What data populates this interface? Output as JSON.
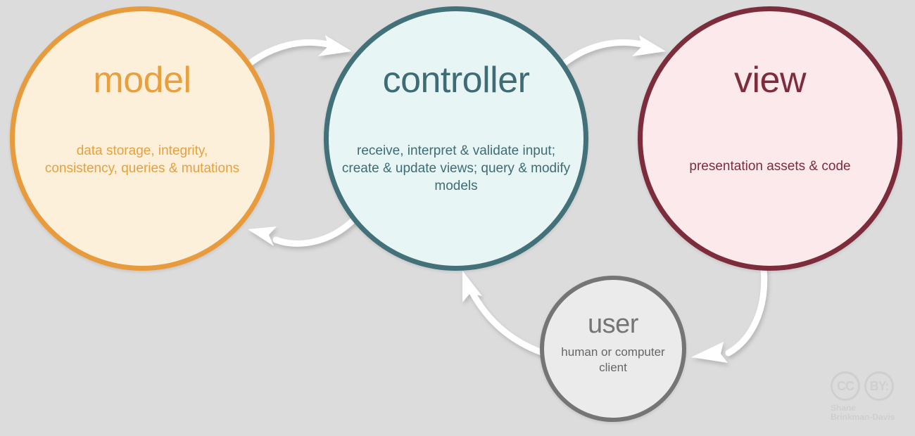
{
  "diagram": {
    "background_color": "#dcdcdc",
    "nodes": [
      {
        "id": "model",
        "title": "model",
        "description": "data storage, integrity, consistency, queries & mutations",
        "border_color": "#e89b3c",
        "fill_color": "#fdf0da",
        "text_color": "#e8a03e"
      },
      {
        "id": "controller",
        "title": "controller",
        "description": "receive, interpret & validate input; create & update views; query & modify models",
        "border_color": "#437179",
        "fill_color": "#e7f5f5",
        "text_color": "#3f6c74"
      },
      {
        "id": "view",
        "title": "view",
        "description": "presentation assets & code",
        "border_color": "#7d2c3b",
        "fill_color": "#fce9ec",
        "text_color": "#7d2c3b"
      },
      {
        "id": "user",
        "title": "user",
        "description": "human or computer client",
        "border_color": "#757575",
        "fill_color": "#ebebeb",
        "text_color": "#666666"
      }
    ],
    "edges": [
      {
        "id": "model-to-controller",
        "from": "model",
        "to": "controller",
        "label": ""
      },
      {
        "id": "controller-to-model",
        "from": "controller",
        "to": "model",
        "label": ""
      },
      {
        "id": "controller-to-view",
        "from": "controller",
        "to": "view",
        "label": ""
      },
      {
        "id": "view-to-user",
        "from": "view",
        "to": "user",
        "label": ""
      },
      {
        "id": "user-to-controller",
        "from": "user",
        "to": "controller",
        "label": ""
      }
    ],
    "arrow_color": "#ffffff"
  },
  "license": {
    "cc_label": "CC",
    "by_label": "BY:",
    "author_line1": "Shane",
    "author_line2": "Brinkman-Davis"
  }
}
